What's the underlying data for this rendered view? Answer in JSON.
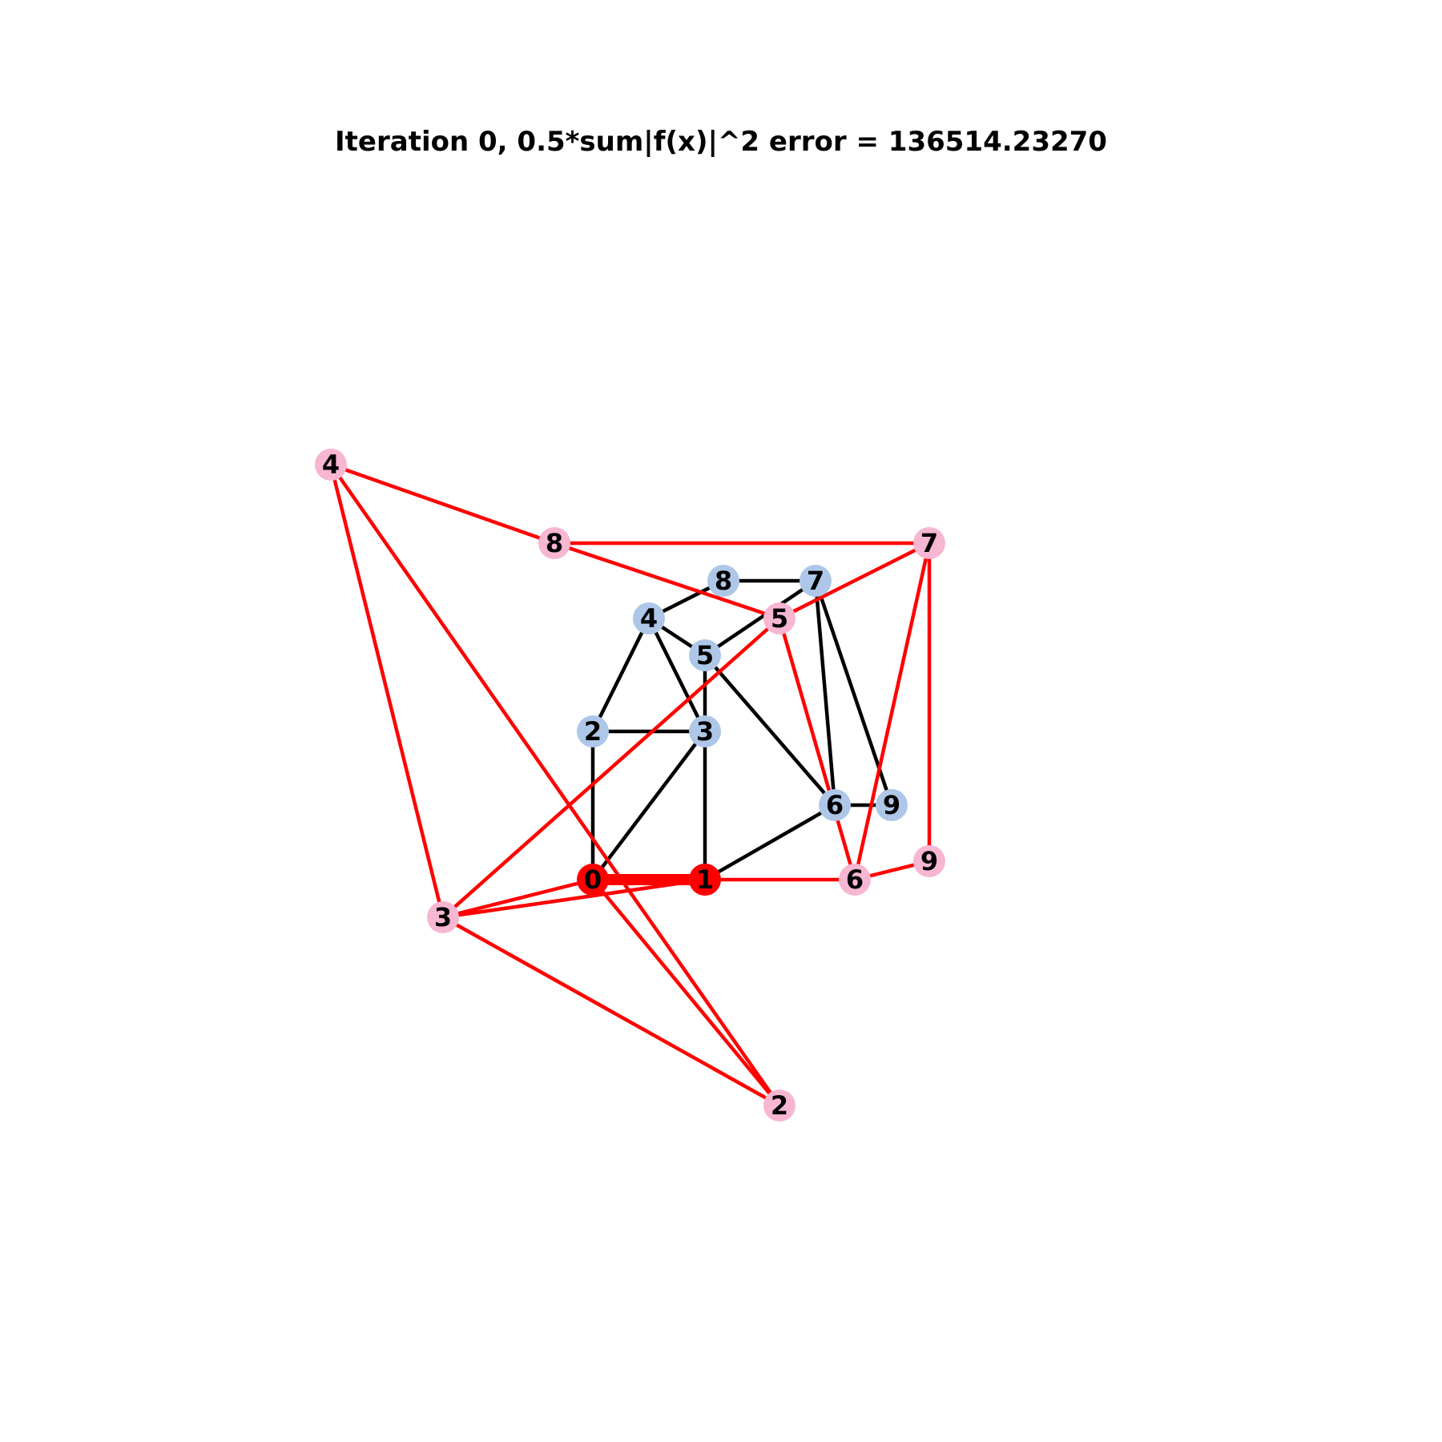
{
  "title": "Iteration 0, 0.5*sum|f(x)|^2 error  = 136514.23270",
  "colors": {
    "reference_node": "#aec7e8",
    "reference_edge": "#000000",
    "current_node": "#f7b6d2",
    "current_edge": "#ff0000",
    "anchor_node": "#ff0000"
  },
  "reference_graph": {
    "nodes": [
      {
        "id": "0",
        "label": "0"
      },
      {
        "id": "1",
        "label": "1"
      },
      {
        "id": "2",
        "label": "2"
      },
      {
        "id": "3",
        "label": "3"
      },
      {
        "id": "4",
        "label": "4"
      },
      {
        "id": "5",
        "label": "5"
      },
      {
        "id": "6",
        "label": "6"
      },
      {
        "id": "7",
        "label": "7"
      },
      {
        "id": "8",
        "label": "8"
      },
      {
        "id": "9",
        "label": "9"
      }
    ],
    "edges": [
      [
        "0",
        "1"
      ],
      [
        "0",
        "2"
      ],
      [
        "0",
        "3"
      ],
      [
        "1",
        "3"
      ],
      [
        "1",
        "6"
      ],
      [
        "2",
        "3"
      ],
      [
        "2",
        "4"
      ],
      [
        "3",
        "4"
      ],
      [
        "3",
        "5"
      ],
      [
        "4",
        "5"
      ],
      [
        "4",
        "8"
      ],
      [
        "5",
        "6"
      ],
      [
        "5",
        "7"
      ],
      [
        "6",
        "7"
      ],
      [
        "6",
        "9"
      ],
      [
        "7",
        "8"
      ],
      [
        "7",
        "9"
      ]
    ]
  },
  "current_graph": {
    "nodes": [
      {
        "id": "0",
        "label": "0",
        "anchor": true
      },
      {
        "id": "1",
        "label": "1",
        "anchor": true
      },
      {
        "id": "2",
        "label": "2"
      },
      {
        "id": "3",
        "label": "3"
      },
      {
        "id": "4",
        "label": "4"
      },
      {
        "id": "5",
        "label": "5"
      },
      {
        "id": "6",
        "label": "6"
      },
      {
        "id": "7",
        "label": "7"
      },
      {
        "id": "8",
        "label": "8"
      },
      {
        "id": "9",
        "label": "9"
      }
    ],
    "edges": [
      [
        "0",
        "1"
      ],
      [
        "0",
        "2"
      ],
      [
        "0",
        "3"
      ],
      [
        "1",
        "3"
      ],
      [
        "1",
        "6"
      ],
      [
        "2",
        "3"
      ],
      [
        "2",
        "4"
      ],
      [
        "3",
        "4"
      ],
      [
        "3",
        "5"
      ],
      [
        "4",
        "8"
      ],
      [
        "5",
        "6"
      ],
      [
        "5",
        "7"
      ],
      [
        "5",
        "8"
      ],
      [
        "6",
        "7"
      ],
      [
        "6",
        "9"
      ],
      [
        "7",
        "8"
      ],
      [
        "7",
        "9"
      ]
    ]
  }
}
